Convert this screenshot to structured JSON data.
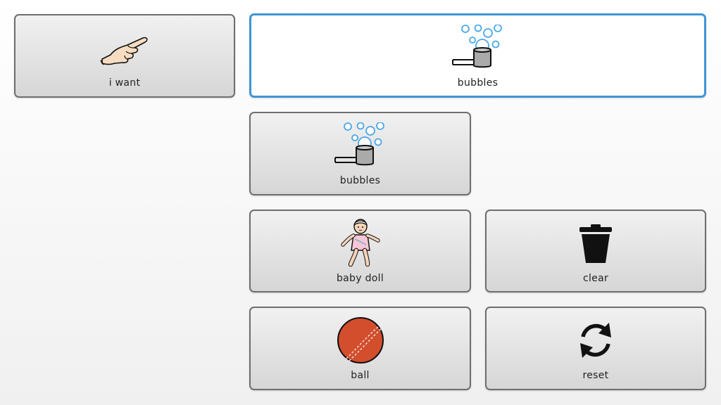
{
  "message_bar": {
    "symbols": [
      {
        "label": "bubbles",
        "icon": "bubbles-icon"
      }
    ]
  },
  "tiles": {
    "i_want": {
      "label": "i want",
      "icon": "pointing-hand-icon"
    },
    "bubbles": {
      "label": "bubbles",
      "icon": "bubbles-icon"
    },
    "baby_doll": {
      "label": "baby doll",
      "icon": "baby-doll-icon"
    },
    "clear": {
      "label": "clear",
      "icon": "trash-can-icon"
    },
    "ball": {
      "label": "ball",
      "icon": "ball-icon"
    },
    "reset": {
      "label": "reset",
      "icon": "reset-arrows-icon"
    }
  },
  "colors": {
    "message_border": "#3d96d6",
    "tile_border": "#6e6e6e",
    "ball": "#d24e2c",
    "bubble": "#4aa8e8"
  }
}
